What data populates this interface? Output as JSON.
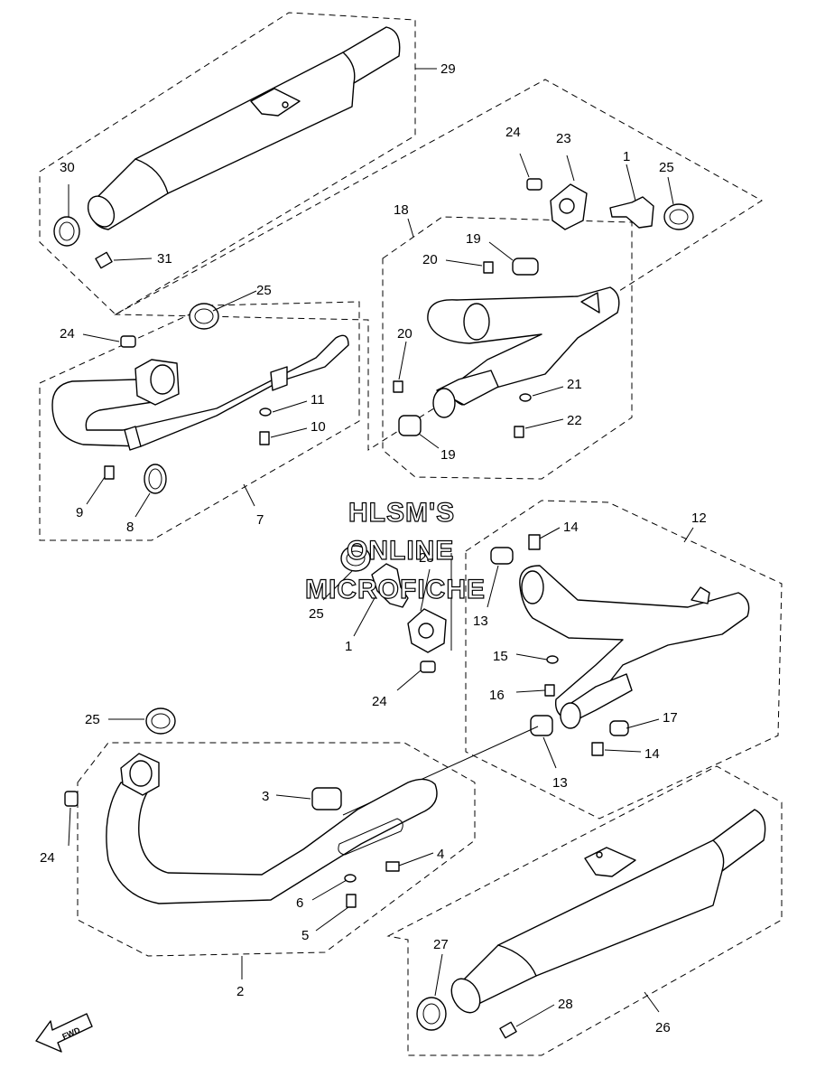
{
  "watermark": {
    "line1": "HLSM'S",
    "line2": "ONLINE",
    "line3": "MICROFICHE"
  },
  "fwd_label": "FWD",
  "callouts": {
    "c29": "29",
    "c30": "30",
    "c31": "31",
    "c24a": "24",
    "c23a": "23",
    "c1a": "1",
    "c25a": "25",
    "c18": "18",
    "c19a": "19",
    "c20a": "20",
    "c20b": "20",
    "c21": "21",
    "c22": "22",
    "c19b": "19",
    "c25b": "25",
    "c24b": "24",
    "c11": "11",
    "c10": "10",
    "c9": "9",
    "c8": "8",
    "c7": "7",
    "c23b": "23",
    "c25c": "25",
    "c1b": "1",
    "c24c": "24",
    "c12": "12",
    "c14a": "14",
    "c13a": "13",
    "c15": "15",
    "c16": "16",
    "c17": "17",
    "c14b": "14",
    "c13b": "13",
    "c25d": "25",
    "c3": "3",
    "c4": "4",
    "c6": "6",
    "c5": "5",
    "c24d": "24",
    "c2": "2",
    "c27": "27",
    "c28": "28",
    "c26": "26"
  }
}
